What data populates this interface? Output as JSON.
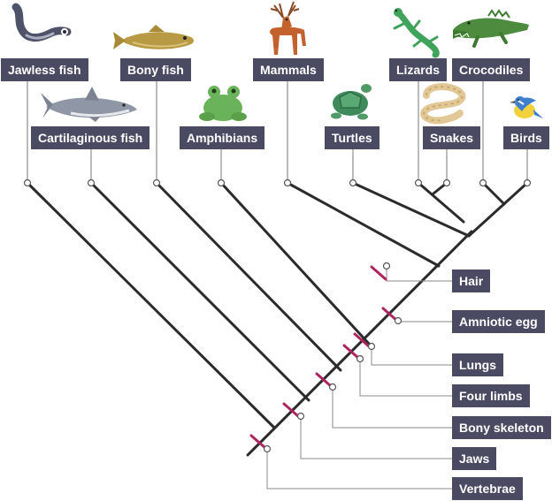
{
  "taxa": [
    {
      "name": "Jawless fish",
      "icon": "lamprey-icon"
    },
    {
      "name": "Cartilaginous fish",
      "icon": "shark-icon"
    },
    {
      "name": "Bony fish",
      "icon": "fish-icon"
    },
    {
      "name": "Amphibians",
      "icon": "frog-icon"
    },
    {
      "name": "Mammals",
      "icon": "deer-icon"
    },
    {
      "name": "Turtles",
      "icon": "turtle-icon"
    },
    {
      "name": "Lizards",
      "icon": "lizard-icon"
    },
    {
      "name": "Snakes",
      "icon": "snake-icon"
    },
    {
      "name": "Crocodiles",
      "icon": "crocodile-icon"
    },
    {
      "name": "Birds",
      "icon": "bird-icon"
    }
  ],
  "traits": [
    "Hair",
    "Amniotic egg",
    "Lungs",
    "Four limbs",
    "Bony skeleton",
    "Jaws",
    "Vertebrae"
  ],
  "colors": {
    "label_bg": "#4b4a63",
    "label_text": "#ffffff",
    "branch": "#2b2b2b",
    "trait_mark": "#b0235f",
    "leader": "#8a8a8a"
  }
}
